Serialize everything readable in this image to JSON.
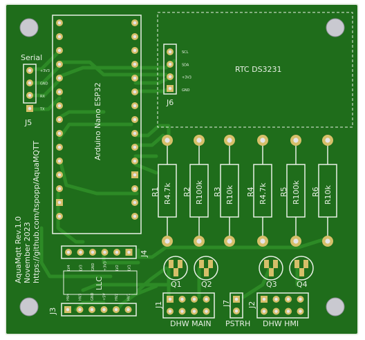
{
  "board": {
    "colors": {
      "board": "#1f6d1b",
      "trace": "#2d8a26",
      "silk": "#e9f1e6",
      "pad": "#d6bf69",
      "drill": "#e5e5e8",
      "hole": "#c9c9d0"
    }
  },
  "labels": {
    "serial": "Serial",
    "serial_pins": [
      "+3V3",
      "GND",
      "RX",
      "TX"
    ],
    "j5": "J5",
    "arduino": "Arduino Nano ESP32",
    "rtc": "RTC DS3231",
    "rtc_pins": [
      "SCL",
      "SDA",
      "+3V3",
      "GND"
    ],
    "j6": "J6",
    "resistors": [
      {
        "ref": "R1",
        "value": "R4.7k"
      },
      {
        "ref": "R2",
        "value": "R100k"
      },
      {
        "ref": "R3",
        "value": "R10k"
      },
      {
        "ref": "R4",
        "value": "R4.7k"
      },
      {
        "ref": "R5",
        "value": "R100k"
      },
      {
        "ref": "R6",
        "value": "R10k"
      }
    ],
    "transistors": [
      "Q1",
      "Q2",
      "Q3",
      "Q4"
    ],
    "j4": "J4",
    "j4_pins": [
      "LV4",
      "LV3",
      "GND",
      "+3V3",
      "LV2",
      "LV1"
    ],
    "llc": "LLC",
    "j3": "J3",
    "j3_pins": [
      "HV4",
      "HV3",
      "GND",
      "+5V",
      "HV2",
      "HV1"
    ],
    "j1": "J1",
    "dhw_main": "DHW MAIN",
    "j7": "J7",
    "pstrh": "PSTRH",
    "j2": "J2",
    "dhw_hmi": "DHW HMI",
    "info": [
      "AquaMqtt Rev.1.0",
      "November 2023",
      "https://github.com/tspopp/AquaMQTT"
    ]
  }
}
